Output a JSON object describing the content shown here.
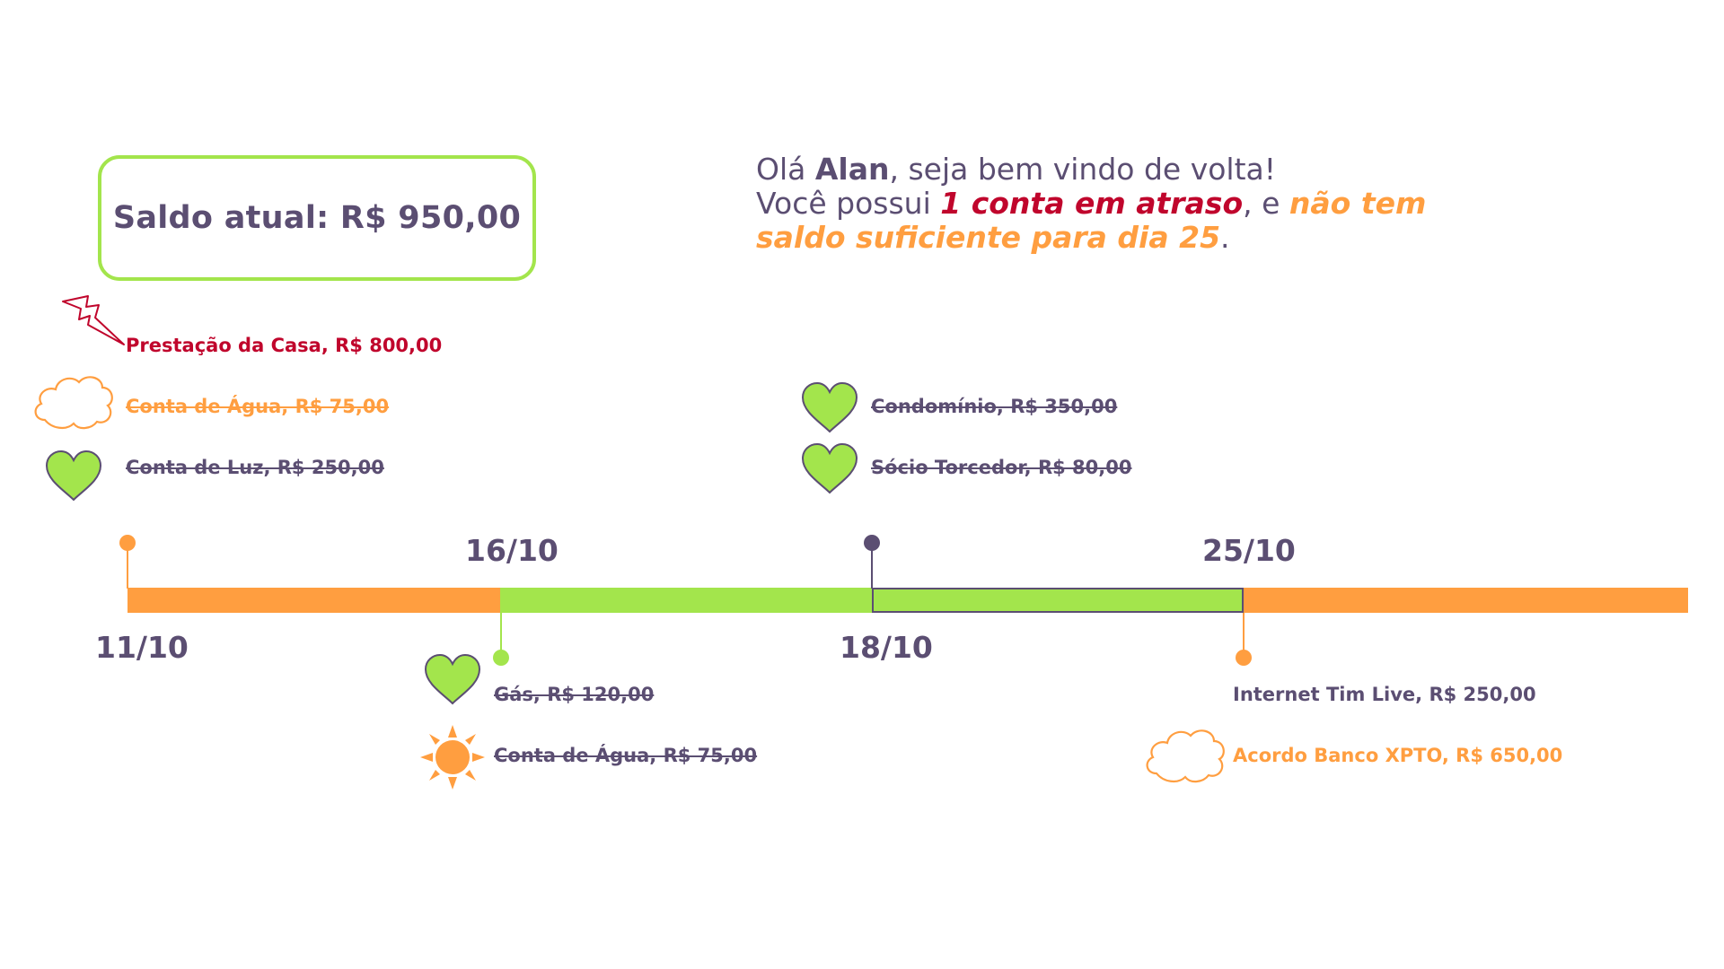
{
  "balance": {
    "text": "Saldo atual: R$ 950,00"
  },
  "greeting": {
    "line1_prefix": "Olá ",
    "name": "Alan",
    "line1_suffix": ", seja bem vindo de volta!",
    "line2_prefix": "Você possui ",
    "late_text": "1 conta em atraso",
    "line2_mid": ", e ",
    "insufficient_text_a": "não tem",
    "insufficient_text_b": "saldo suficiente para dia 25",
    "line3_suffix": "."
  },
  "timeline": {
    "dates": {
      "d1": "11/10",
      "d2": "16/10",
      "d3": "18/10",
      "d4": "25/10"
    }
  },
  "bills": {
    "b1": {
      "label": "Prestação da Casa, R$ 800,00",
      "icon": "lightning-icon",
      "status": "late",
      "color": "#c0052c"
    },
    "b2": {
      "label": "Conta de Água, R$ 75,00",
      "icon": "cloud-icon",
      "status": "paid",
      "color": "#ff9e40"
    },
    "b3": {
      "label": "Conta de Luz, R$ 250,00",
      "icon": "heart-icon",
      "status": "paid",
      "color": "#5b4e72"
    },
    "b4": {
      "label": "Condomínio, R$ 350,00",
      "icon": "heart-icon",
      "status": "paid",
      "color": "#5b4e72"
    },
    "b5": {
      "label": "Sócio Torcedor,  R$ 80,00",
      "icon": "heart-icon",
      "status": "paid",
      "color": "#5b4e72"
    },
    "b6": {
      "label": "Gás, R$ 120,00",
      "icon": "heart-icon",
      "status": "paid",
      "color": "#5b4e72"
    },
    "b7": {
      "label": "Conta de Água, R$ 75,00",
      "icon": "sun-icon",
      "status": "paid",
      "color": "#5b4e72"
    },
    "b8": {
      "label": "Internet Tim Live, R$ 250,00",
      "icon": "",
      "status": "pending",
      "color": "#5b4e72"
    },
    "b9": {
      "label": "Acordo Banco XPTO, R$ 650,00",
      "icon": "cloud-icon",
      "status": "pending",
      "color": "#ff9e40"
    }
  },
  "colors": {
    "purple": "#5b4e72",
    "orange": "#ff9e40",
    "green": "#a3e54c",
    "red": "#c0052c"
  }
}
